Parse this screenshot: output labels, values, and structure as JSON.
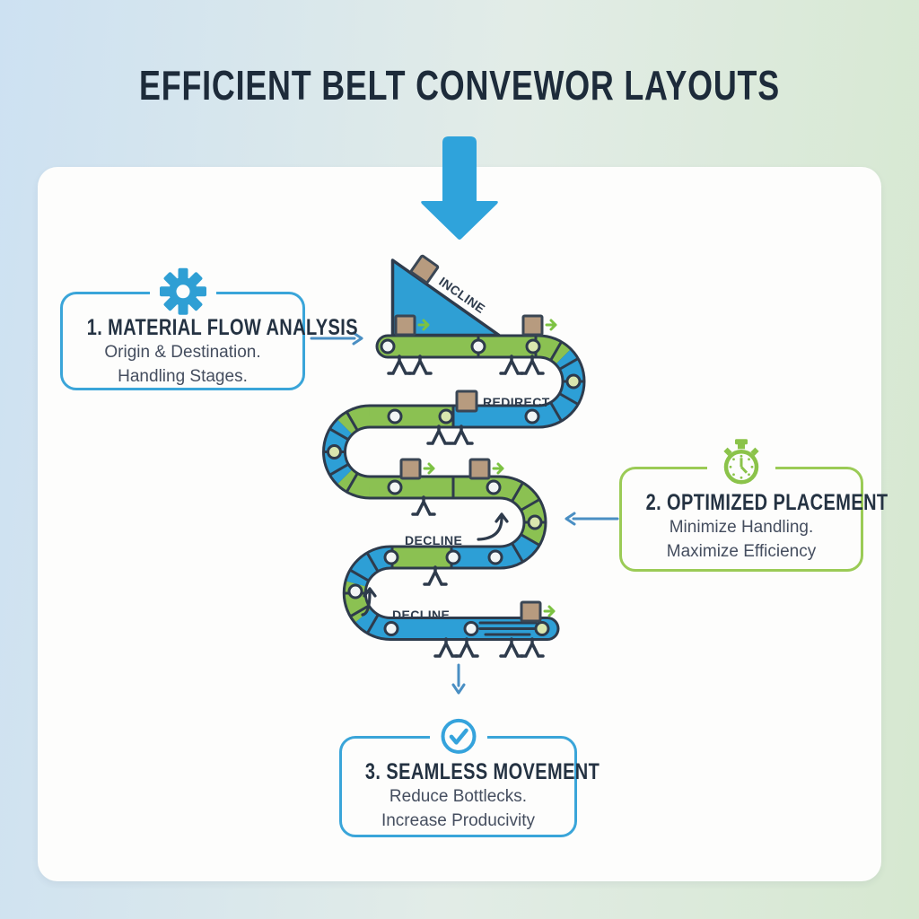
{
  "title": "EFFICIENT BELT CONVEWOR LAYOUTS",
  "callouts": [
    {
      "heading": "1. MATERIAL FLOW ANALYSIS",
      "line1": "Origin & Destination.",
      "line2": "Handling Stages.",
      "icon": "gear-icon",
      "accent_color": "#3aa5d9"
    },
    {
      "heading": "2. OPTIMIZED PLACEMENT",
      "line1": "Minimize Handling.",
      "line2": "Maximize Efficiency",
      "icon": "stopwatch-icon",
      "accent_color": "#9bcb56"
    },
    {
      "heading": "3. SEAMLESS MOVEMENT",
      "line1": "Reduce Bottlecks.",
      "line2": "Increase Producivity",
      "icon": "check-circle-icon",
      "accent_color": "#3aa5d9"
    }
  ],
  "belt_labels": {
    "incline": "INCLINE",
    "redirect": "REDIRECT",
    "decline_upper": "DECLINE",
    "decline_lower": "DECLINE"
  },
  "colors": {
    "background_left": "#cde1f2",
    "background_right": "#d6e8d0",
    "card": "#fdfdfc",
    "belt_green": "#8bc152",
    "belt_blue": "#2d9fd6",
    "outline_dark": "#2e3b4c",
    "big_arrow_blue": "#2fa3db",
    "connector_blue": "#4a8fc3",
    "material_box_tan": "#b79b7f",
    "title_color": "#1d2b3a",
    "subtext_color": "#454e5f"
  }
}
